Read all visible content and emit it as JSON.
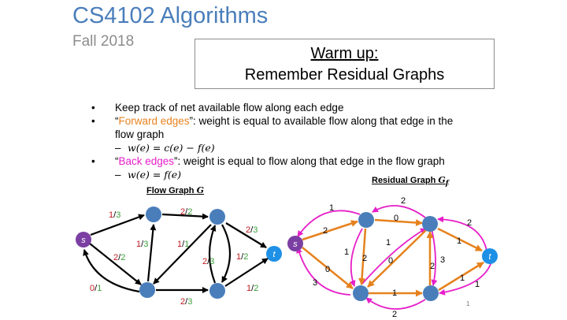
{
  "title": "CS4102 Algorithms",
  "subtitle": "Fall 2018",
  "warmup": {
    "line1": "Warm up:",
    "line2": "Remember Residual Graphs"
  },
  "bullets": {
    "b1": "Keep track of net available flow along each edge",
    "b2_quote_open": "“",
    "b2_term": "Forward edges",
    "b2_rest": "”: weight is equal to available flow along that edge in the flow graph",
    "b2_formula": "w(e) = c(e) − f(e)",
    "b3_quote_open": "“",
    "b3_term": "Back edges",
    "b3_rest": "”: weight is equal to flow along that edge in the flow graph",
    "b3_formula": "w(e) = f(e)"
  },
  "flow_graph": {
    "label": "Flow Graph ",
    "label_math": "G",
    "source_label": "s",
    "sink_label": "t",
    "edge_labels": [
      {
        "flow": "1",
        "sep": "/",
        "cap": "3"
      },
      {
        "flow": "2",
        "sep": "/",
        "cap": "2"
      },
      {
        "flow": "2",
        "sep": "/",
        "cap": "3"
      },
      {
        "flow": "1",
        "sep": "/",
        "cap": "3"
      },
      {
        "flow": "1",
        "sep": "/",
        "cap": "1"
      },
      {
        "flow": "2",
        "sep": "/",
        "cap": "2"
      },
      {
        "flow": "2",
        "sep": "/",
        "cap": "3"
      },
      {
        "flow": "1",
        "sep": "/",
        "cap": "2"
      },
      {
        "flow": "0",
        "sep": "/",
        "cap": "1"
      },
      {
        "flow": "1",
        "sep": "/",
        "cap": "2"
      },
      {
        "flow": "2",
        "sep": "/",
        "cap": "3"
      }
    ]
  },
  "residual_graph": {
    "label": "Residual Graph ",
    "label_math": "G",
    "label_sub": "f",
    "source_label": "s",
    "sink_label": "t",
    "weights": [
      "2",
      "1",
      "0",
      "2",
      "2",
      "1",
      "1",
      "1",
      "2",
      "0",
      "3",
      "2",
      "0",
      "3",
      "1",
      "1",
      "1",
      "2"
    ]
  },
  "page_number": "1",
  "colors": {
    "title": "#4a7ebb",
    "forward": "#e6821e",
    "back": "#e61ec8",
    "node": "#4a7ebb",
    "source": "#7b3fa3",
    "sink": "#1e90e6",
    "flow_red": "#c0181e",
    "cap_green": "#3aa03a"
  }
}
